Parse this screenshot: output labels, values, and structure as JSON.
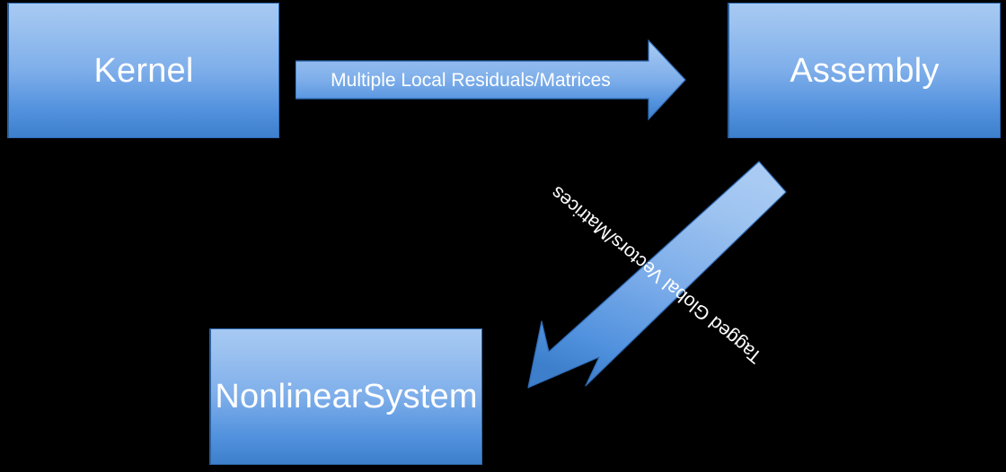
{
  "diagram": {
    "title": "MOOSE assembly data-flow diagram",
    "background_color": "#000000",
    "accent_color": "#6FA8E8",
    "node_text_color": "#FFFFFF",
    "nodes": [
      {
        "id": "kernel",
        "label": "Kernel"
      },
      {
        "id": "assembly",
        "label": "Assembly"
      },
      {
        "id": "nlsys",
        "label": "NonlinearSystem"
      }
    ],
    "edges": [
      {
        "id": "kernel-to-assembly",
        "label": "Multiple Local Residuals/Matrices",
        "from": "kernel",
        "to": "assembly",
        "direction": "right"
      },
      {
        "id": "assembly-to-nlsys",
        "label": "Tagged Global Vectors/Matrices",
        "from": "assembly",
        "to": "nlsys",
        "direction": "down-left",
        "label_orientation": "upside-down"
      }
    ]
  }
}
